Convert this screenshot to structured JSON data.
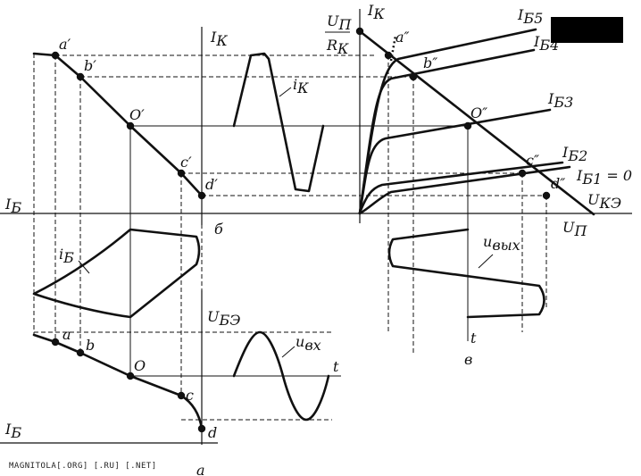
{
  "panels": {
    "a": "а",
    "b": "б",
    "v": "в"
  },
  "top_left": {
    "ik_axis": "I",
    "ik_sub": "К",
    "ib_axis": "I",
    "ib_sub": "Б",
    "points": [
      "a′",
      "b′",
      "O′",
      "c′",
      "d′"
    ],
    "wave_label": "i",
    "wave_sub": "К"
  },
  "middle_left": {
    "wave_label": "i",
    "wave_sub": "Б"
  },
  "bottom_left": {
    "ube_axis": "U",
    "ube_sub": "БЭ",
    "ib_axis": "I",
    "ib_sub": "Б",
    "points": [
      "a",
      "b",
      "O",
      "c",
      "d"
    ],
    "wave_label": "u",
    "wave_sub": "вх",
    "t_label": "t"
  },
  "right": {
    "ik_axis": "I",
    "ik_sub": "К",
    "up_num": "U",
    "up_num_sub": "П",
    "rk_den": "R",
    "rk_den_sub": "К",
    "uke_axis": "U",
    "uke_sub": "КЭ",
    "up_label": "U",
    "up_sub": "П",
    "points": [
      "a″",
      "b″",
      "O″",
      "c″",
      "d″"
    ],
    "curves": [
      {
        "name": "I",
        "sub": "Б5",
        "tail": ""
      },
      {
        "name": "I",
        "sub": "Б4",
        "tail": ""
      },
      {
        "name": "I",
        "sub": "Б3",
        "tail": ""
      },
      {
        "name": "I",
        "sub": "Б2",
        "tail": ""
      },
      {
        "name": "I",
        "sub": "Б1",
        "tail": " = 0"
      }
    ],
    "out_wave_label": "u",
    "out_wave_sub": "вых",
    "t_label": "t"
  },
  "watermark": "MAGNITOLA[.ORG] [.RU] [.NET]",
  "colors": {
    "ink": "#111111",
    "redaction": "#000000"
  }
}
